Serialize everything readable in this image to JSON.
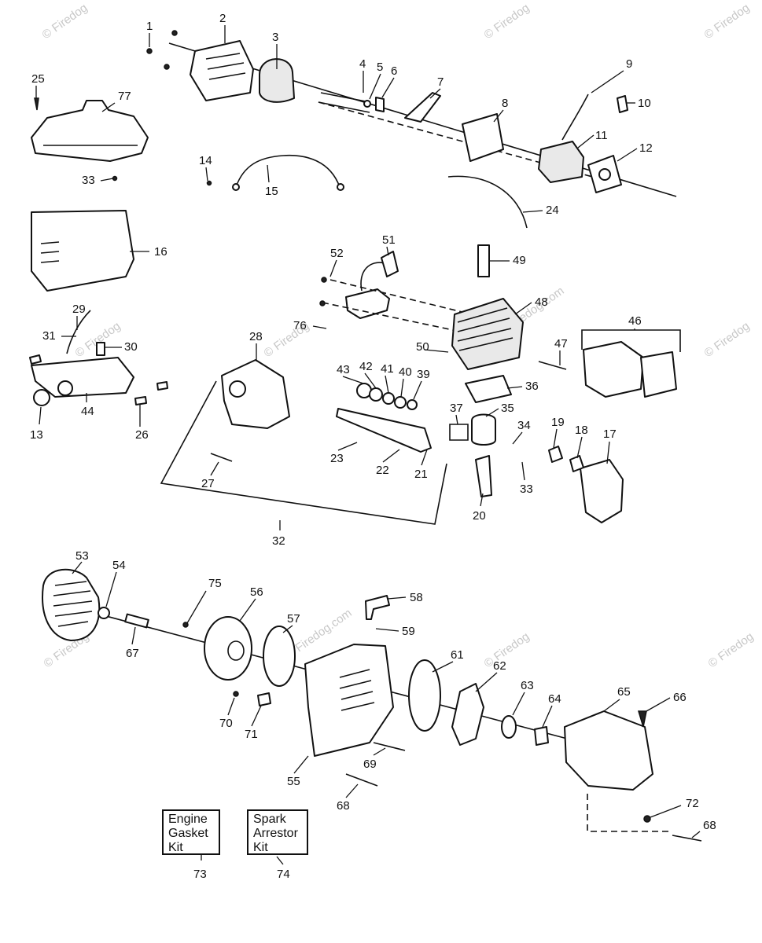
{
  "watermark": "© Firedog",
  "watermark_url": "Firedog.com",
  "kits": [
    {
      "id": "73",
      "lines": [
        "Engine",
        "Gasket",
        "Kit"
      ]
    },
    {
      "id": "74",
      "lines": [
        "Spark",
        "Arrestor",
        "Kit"
      ]
    }
  ],
  "callouts": {
    "c1": "1",
    "c2": "2",
    "c3": "3",
    "c4": "4",
    "c5": "5",
    "c6": "6",
    "c7": "7",
    "c8": "8",
    "c9": "9",
    "c10": "10",
    "c11": "11",
    "c12": "12",
    "c13": "13",
    "c14": "14",
    "c15": "15",
    "c16": "16",
    "c17": "17",
    "c18": "18",
    "c19": "19",
    "c20": "20",
    "c21": "21",
    "c22": "22",
    "c23": "23",
    "c24": "24",
    "c25": "25",
    "c26": "26",
    "c27": "27",
    "c28": "28",
    "c29": "29",
    "c30": "30",
    "c31": "31",
    "c32": "32",
    "c33a": "33",
    "c33b": "33",
    "c34": "34",
    "c35": "35",
    "c36": "36",
    "c37": "37",
    "c39": "39",
    "c40": "40",
    "c41": "41",
    "c42": "42",
    "c43": "43",
    "c44": "44",
    "c46": "46",
    "c47": "47",
    "c48": "48",
    "c49": "49",
    "c50": "50",
    "c51": "51",
    "c52": "52",
    "c53": "53",
    "c54": "54",
    "c55": "55",
    "c56": "56",
    "c57": "57",
    "c58": "58",
    "c59": "59",
    "c61": "61",
    "c62": "62",
    "c63": "63",
    "c64": "64",
    "c65": "65",
    "c66": "66",
    "c67": "67",
    "c68a": "68",
    "c68b": "68",
    "c69": "69",
    "c70": "70",
    "c71": "71",
    "c72": "72",
    "c75": "75",
    "c76": "76",
    "c77": "77"
  }
}
